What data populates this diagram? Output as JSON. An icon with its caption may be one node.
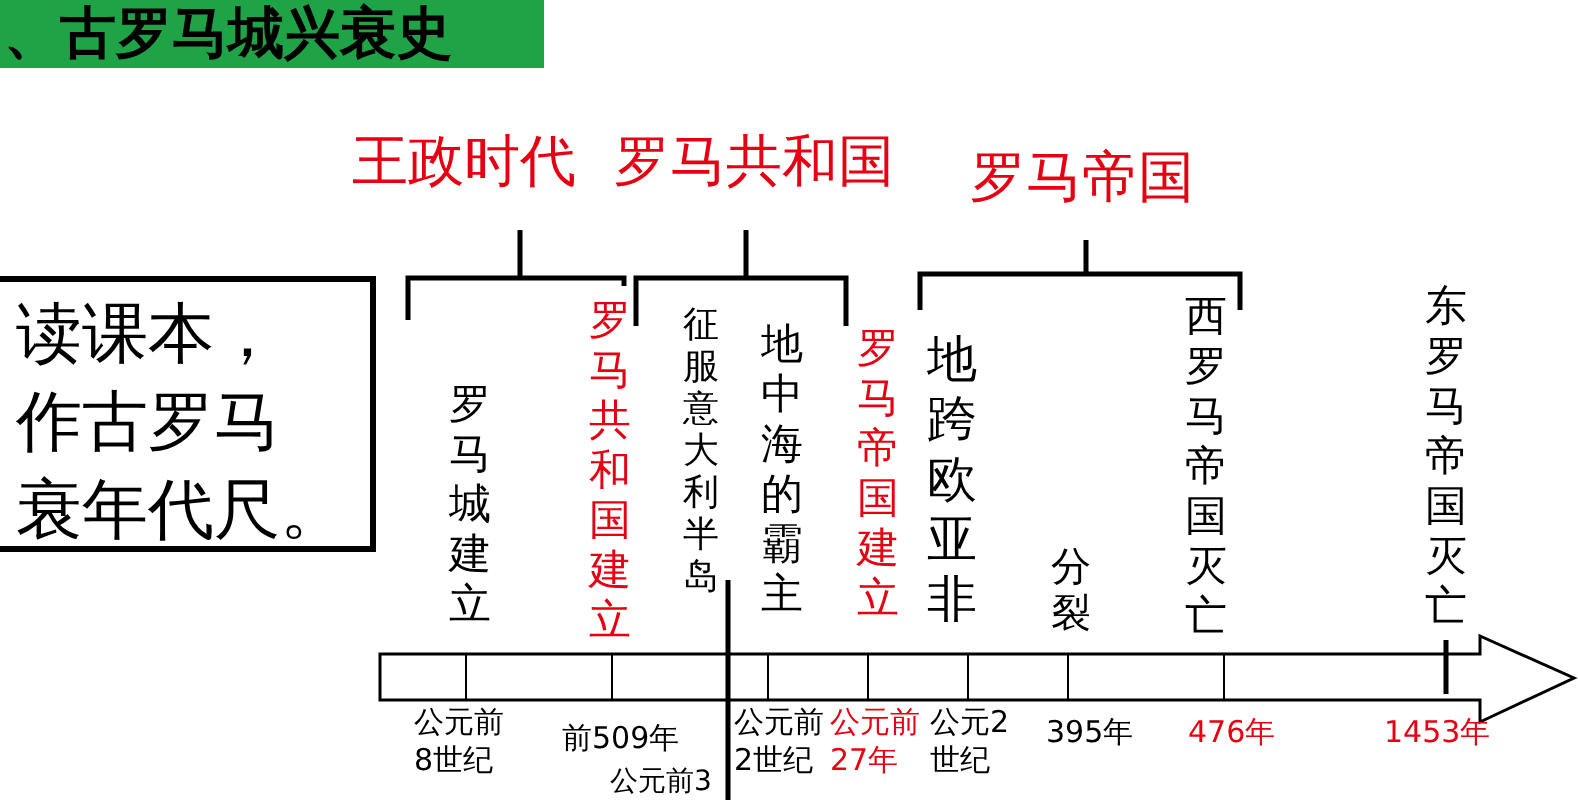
{
  "diagram": {
    "title": "、古罗马城兴衰史",
    "nodes": [
      {
        "text": [
          "读课本，作古罗马衰年代尺。"
        ]
      }
    ],
    "labels": [
      "王政时代",
      "罗马共和国",
      "罗马帝国",
      "罗马城建立",
      "罗马共和国建立",
      "征服意大利半岛",
      "地中海的霸主",
      "罗马帝国建立",
      "地跨欧亚非",
      "分裂",
      "西罗马帝国灭亡",
      "东罗马帝国灭亡",
      "公元前8世纪",
      "前509年",
      "公元前2世纪",
      "公元前27年",
      "公元2世纪",
      "395年",
      "476年",
      "1453年",
      "公元前3"
    ]
  }
}
